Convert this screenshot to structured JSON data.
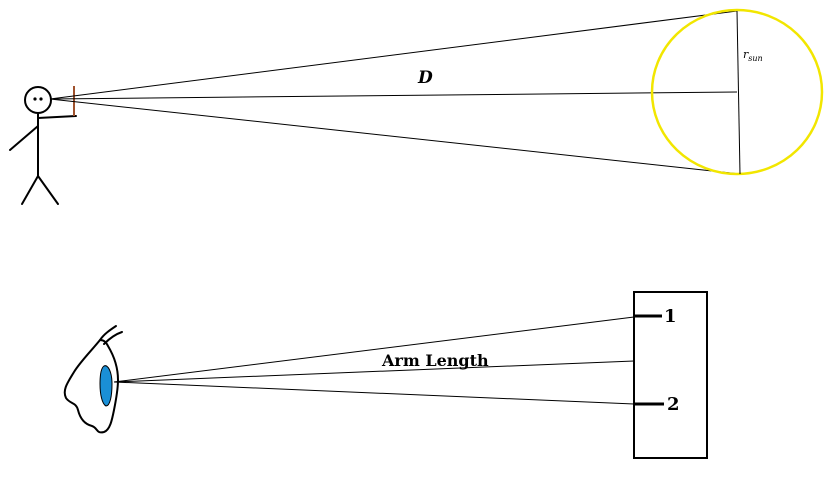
{
  "top_diagram": {
    "distance_label": "D",
    "radius_label": "r",
    "radius_subscript": "sun",
    "sun_color": "#f2e600",
    "ruler_color": "#a0522d"
  },
  "bottom_diagram": {
    "arm_label": "Arm Length",
    "mark_1_label": "1",
    "mark_2_label": "2",
    "iris_color": "#1a8fd6"
  }
}
